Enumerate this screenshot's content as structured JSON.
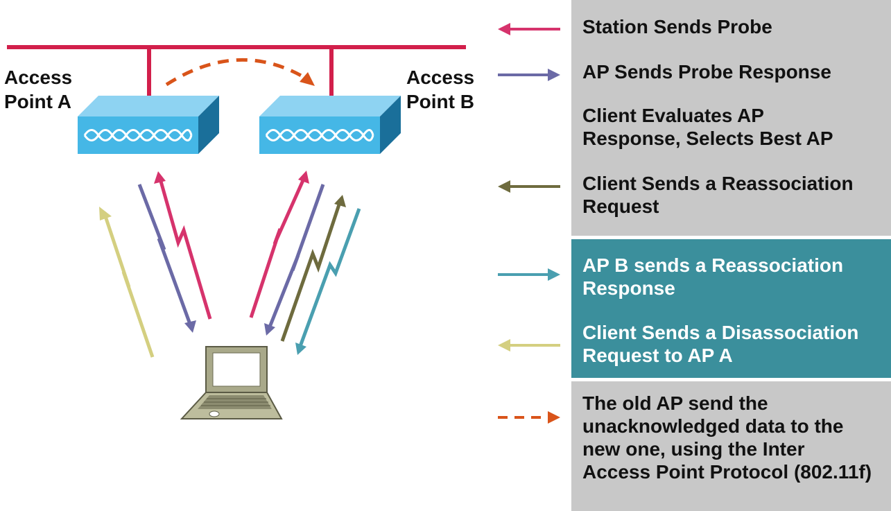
{
  "access_points": [
    {
      "label": "Access\nPoint A"
    },
    {
      "label": "Access\nPoint B"
    }
  ],
  "legend": [
    {
      "text": "Station Sends Probe",
      "arrow_color": "#d6336c",
      "direction": "left",
      "style": "solid"
    },
    {
      "text": "AP Sends Probe Response",
      "arrow_color": "#6b6aa6",
      "direction": "right",
      "style": "solid"
    },
    {
      "text": "Client Evaluates AP Response, Selects Best AP",
      "arrow_color": null,
      "direction": null,
      "style": "none"
    },
    {
      "text": "Client Sends a Reassociation Request",
      "arrow_color": "#6e6b3e",
      "direction": "left",
      "style": "solid"
    },
    {
      "text": "AP B sends a Reassociation Response",
      "arrow_color": "#4a9fb0",
      "direction": "right",
      "style": "solid"
    },
    {
      "text": "Client Sends a Disassociation Request to AP A",
      "arrow_color": "#d4cf80",
      "direction": "left",
      "style": "solid"
    },
    {
      "text": "The old AP send the unacknowledged data to the new one, using the Inter Access Point Protocol (802.11f)",
      "arrow_color": "#d9541a",
      "direction": "right",
      "style": "dashed"
    }
  ],
  "colors": {
    "backbone": "#d21f4b",
    "ap_front": "#45b7e6",
    "ap_top": "#8ed3f2",
    "ap_side": "#1a6f9a",
    "panel_grey": "#c8c8c8",
    "panel_teal": "#3b8f9c"
  },
  "icons": [
    "access-point-icon",
    "laptop-icon"
  ]
}
